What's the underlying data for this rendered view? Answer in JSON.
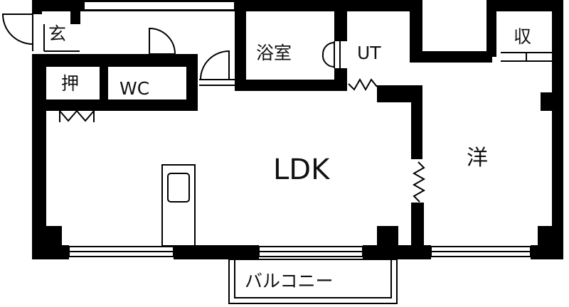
{
  "rooms": {
    "entrance": "玄",
    "closet": "押",
    "wc": "WC",
    "bath": "浴室",
    "utility": "UT",
    "storage": "収",
    "ldk": "LDK",
    "western": "洋",
    "balcony": "バルコニー"
  },
  "colors": {
    "wall": "#000000",
    "background": "#ffffff",
    "line": "#111111"
  }
}
